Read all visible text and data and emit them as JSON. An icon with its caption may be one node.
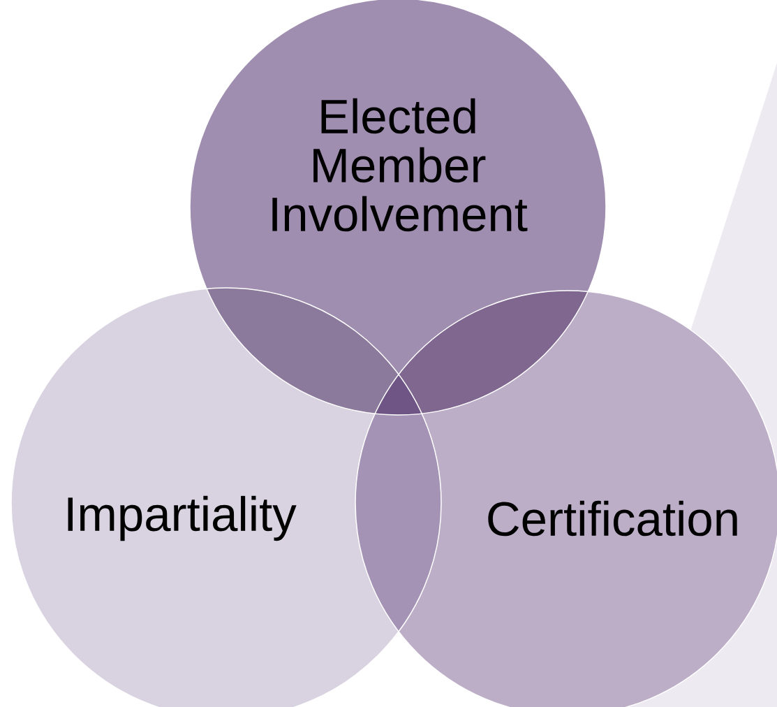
{
  "diagram": {
    "nodes": [
      {
        "text": [
          "Elected Member Involvement"
        ]
      },
      {
        "text": [
          "Impartiality"
        ]
      },
      {
        "text": [
          "Certification"
        ]
      }
    ]
  }
}
